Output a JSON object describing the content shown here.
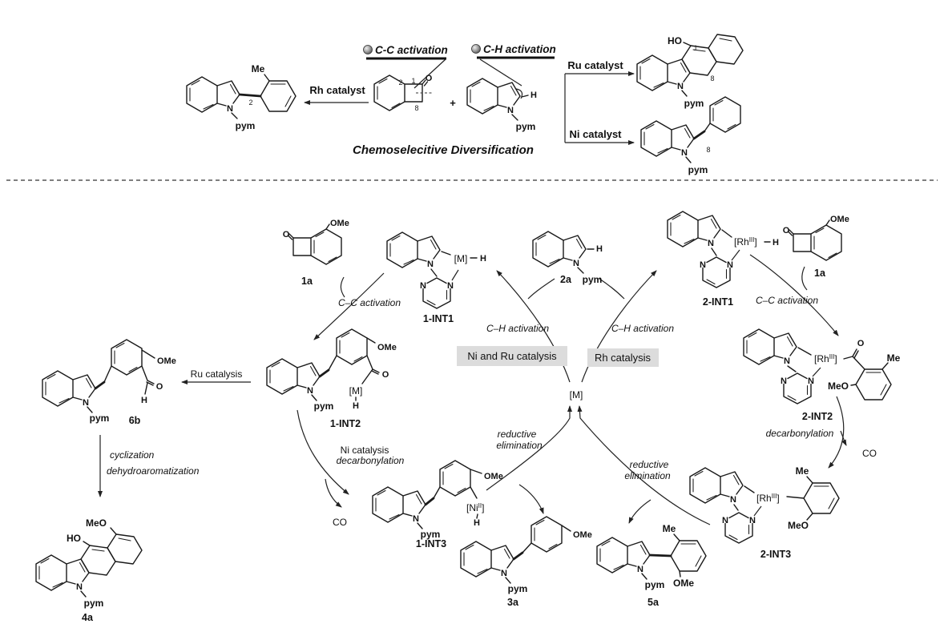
{
  "colors": {
    "ink": "#1a1a1a",
    "highlight_box": "#dcdcdc",
    "background": "#ffffff"
  },
  "top": {
    "cc_activation": "C-C activation",
    "ch_activation": "C-H activation",
    "rh_catalyst": "Rh catalyst",
    "ru_catalyst": "Ru catalyst",
    "ni_catalyst": "Ni catalyst",
    "plus": "+",
    "caption": "Chemoselecitive Diversification",
    "product_rh": {
      "me": "Me",
      "c2": "2",
      "n": "N",
      "pym": "pym"
    },
    "bcb": {
      "o": "O",
      "c1": "1",
      "c2": "2",
      "c8": "8"
    },
    "indole": {
      "n": "N",
      "h": "H",
      "pym": "pym"
    },
    "product_ru": {
      "ho": "HO",
      "c1": "1",
      "c8": "8",
      "n": "N",
      "pym": "pym"
    },
    "product_ni": {
      "c8": "8",
      "n": "N",
      "pym": "pym"
    }
  },
  "cycle": {
    "m": "[M]",
    "box_ni_ru": "Ni and Ru catalysis",
    "box_rh": "Rh catalysis",
    "ch_left": "C–H activation",
    "ch_right": "C–H activation",
    "cc_left": "C–C activation",
    "cc_right": "C–C activation",
    "re1": "reductive",
    "re2": "elimination",
    "ni_cat": "Ni catalysis",
    "decarb_left": "decarbonylation",
    "decarb_right": "decarbonylation",
    "ru_cat": "Ru catalysis",
    "cyclization": "cyclization",
    "dehydro": "dehydroaromatization",
    "co_left": "CO",
    "co_right": "CO"
  },
  "compounds": {
    "a1L": {
      "label": "1a",
      "ome": "OMe",
      "o": "O"
    },
    "a1R": {
      "label": "1a",
      "ome": "OMe",
      "o": "O"
    },
    "a2": {
      "label": "2a",
      "n": "N",
      "h": "H",
      "pym": "pym"
    },
    "i11": {
      "label": "1-INT1",
      "n": "N",
      "m": "[M]",
      "h": "H",
      "n1": "N",
      "n2": "N"
    },
    "i12": {
      "label": "1-INT2",
      "n": "N",
      "pym": "pym",
      "ome": "OMe",
      "o": "O",
      "m": "[M]",
      "h": "H"
    },
    "i13": {
      "label": "1-INT3",
      "n": "N",
      "pym": "pym",
      "ome": "OMe",
      "ni1": "[Ni",
      "ni_sup": "II",
      "ni2": "]",
      "h": "H"
    },
    "a3": {
      "label": "3a",
      "n": "N",
      "pym": "pym",
      "ome": "OMe"
    },
    "a5": {
      "label": "5a",
      "n": "N",
      "pym": "pym",
      "me": "Me",
      "ome": "OMe"
    },
    "b6": {
      "label": "6b",
      "n": "N",
      "pym": "pym",
      "ome": "OMe",
      "o": "O",
      "h": "H"
    },
    "a4": {
      "label": "4a",
      "n": "N",
      "pym": "pym",
      "meo": "MeO",
      "ho": "HO"
    },
    "i21": {
      "label": "2-INT1",
      "n": "N",
      "rh1": "[Rh",
      "rh_sup": "III",
      "rh2": "]",
      "h": "H",
      "n1": "N",
      "n2": "N"
    },
    "i22": {
      "label": "2-INT2",
      "n": "N",
      "rh1": "[Rh",
      "rh_sup": "III",
      "rh2": "]",
      "o": "O",
      "me": "Me",
      "meo": "MeO",
      "n1": "N",
      "n2": "N"
    },
    "i23": {
      "label": "2-INT3",
      "n": "N",
      "rh1": "[Rh",
      "rh_sup": "III",
      "rh2": "]",
      "me": "Me",
      "meo": "MeO",
      "n1": "N",
      "n2": "N"
    }
  }
}
